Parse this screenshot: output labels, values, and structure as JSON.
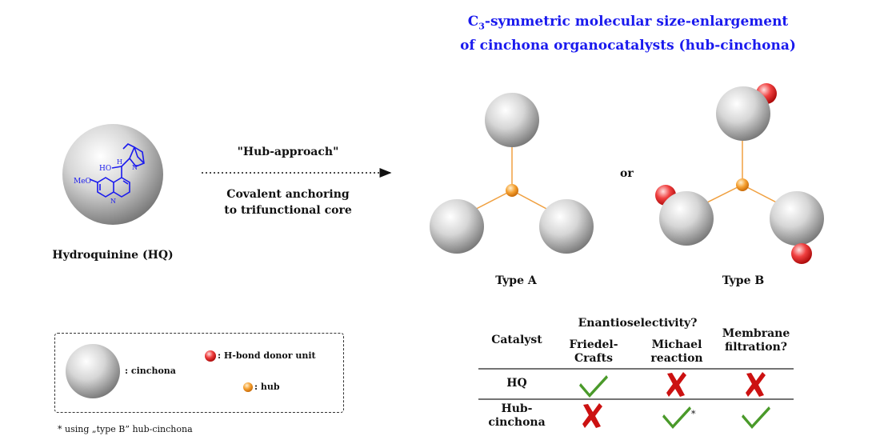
{
  "title": {
    "line1_prefix": "C",
    "line1_sub": "3",
    "line1_rest": "-symmetric molecular size-enlargement",
    "line2": "of cinchona organocatalysts (hub-cinchona)"
  },
  "hq_label": "Hydroquinine (HQ)",
  "molecule": {
    "ho": "HO",
    "h": "H",
    "meo": "MeO",
    "n1": "N",
    "n2": "N"
  },
  "arrow": {
    "top_label": "\"Hub-approach\"",
    "bottom_line1": "Covalent anchoring",
    "bottom_line2": "to trifunctional core"
  },
  "or_label": "or",
  "type_a_label": "Type A",
  "type_b_label": "Type B",
  "legend": {
    "cinchona": ": cinchona",
    "donor": ": H-bond donor unit",
    "hub": ": hub"
  },
  "footnote": "* using „type B” hub-cinchona",
  "table": {
    "group_header": "Enantioselectivity?",
    "col_catalyst": "Catalyst",
    "col_friedel_1": "Friedel-",
    "col_friedel_2": "Crafts",
    "col_michael_1": "Michael",
    "col_michael_2": "reaction",
    "col_membrane_1": "Membrane",
    "col_membrane_2": "filtration?",
    "rows": [
      {
        "name_1": "HQ",
        "name_2": "",
        "friedel": "check",
        "michael": "cross",
        "membrane": "cross",
        "michael_mark": ""
      },
      {
        "name_1": "Hub-",
        "name_2": "cinchona",
        "friedel": "cross",
        "michael": "check",
        "membrane": "check",
        "michael_mark": "*"
      }
    ]
  },
  "colors": {
    "title": "#1a1aee",
    "molecule": "#1a1aee",
    "check": "#4a9a2a",
    "cross": "#cc1111",
    "hub": "#f5a030",
    "donor": "#e82020",
    "link": "#f0a040"
  }
}
